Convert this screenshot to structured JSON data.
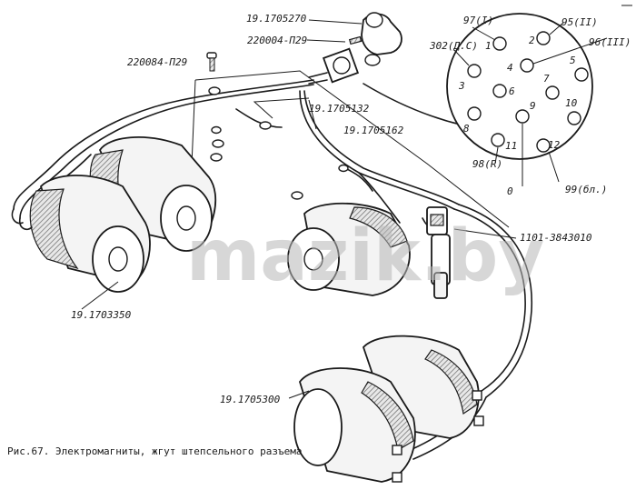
{
  "watermark": "mazik.by",
  "caption": "Рис.67. Электромагниты, жгут штепсельного разъема",
  "part_labels": {
    "p1": "19.1705270",
    "p2": "220004-П29",
    "p3": "220084-П29",
    "p4": "19.1705132",
    "p5": "19.1705162",
    "p6": "1101-3843010",
    "p7": "19.1703350",
    "p8": "19.1705300"
  },
  "connector_pins": {
    "1": "1",
    "2": "2",
    "3": "3",
    "4": "4",
    "5": "5",
    "6": "6",
    "7": "7",
    "8": "8",
    "9": "9",
    "10": "10",
    "11": "11",
    "12": "12"
  },
  "wire_labels": {
    "w1": "97(I)",
    "w2": "95(II)",
    "w3": "302(Д.С)",
    "w4": "96(III)",
    "w5": "98(R)",
    "w6": "0",
    "w7": "99(бл.)"
  }
}
